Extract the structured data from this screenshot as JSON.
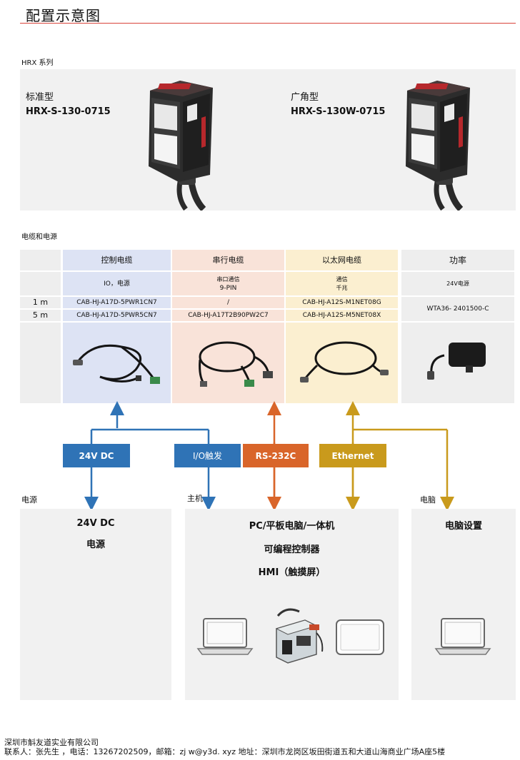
{
  "page": {
    "title": "配置示意图"
  },
  "series": {
    "label": "HRX 系列"
  },
  "products": [
    {
      "name": "标准型",
      "code": "HRX-S-130-0715"
    },
    {
      "name": "广角型",
      "code": "HRX-S-130W-0715"
    }
  ],
  "cables": {
    "title": "电缆和电源",
    "columns": [
      {
        "header": "控制电缆",
        "desc": [
          "IO，电源"
        ],
        "row_1m": "CAB-HJ-A17D-5PWR1CN7",
        "row_5m": "CAB-HJ-A17D-5PWR5CN7",
        "color": "#dde3f4"
      },
      {
        "header": "串行电缆",
        "desc": [
          "串口通信",
          "9-PIN"
        ],
        "row_1m": "/",
        "row_5m": "CAB-HJ-A17T2B90PW2C7",
        "color": "#f9e3d9"
      },
      {
        "header": "以太网电缆",
        "desc": [
          "通信",
          "千兆"
        ],
        "row_1m": "CAB-HJ-A12S-M1NET08G",
        "row_5m": "CAB-HJ-A12S-M5NET08X",
        "color": "#fbefd0"
      },
      {
        "header": "功率",
        "desc": [
          "24V电源"
        ],
        "row_merged": "WTA36- 2401500-C",
        "color": "#eeeeee"
      }
    ],
    "row_labels": [
      "1 m",
      "5 m"
    ]
  },
  "signals": [
    {
      "label": "24V DC",
      "color": "#2f73b6"
    },
    {
      "label": "I/O触发",
      "color": "#2f73b6"
    },
    {
      "label": "RS-232C",
      "color": "#d9652a"
    },
    {
      "label": "Ethernet",
      "color": "#c99a1c"
    }
  ],
  "targets": {
    "power": {
      "section": "电源",
      "lines": [
        "24V DC",
        "电源"
      ]
    },
    "host": {
      "section": "主机",
      "lines": [
        "PC/平板电脑/一体机",
        "可编程控制器",
        "HMI（触摸屏）"
      ]
    },
    "computer": {
      "section": "电脑",
      "lines": [
        "电脑设置"
      ]
    }
  },
  "footer": {
    "company": "深圳市斛友道实业有限公司",
    "contact": "联系人：张先生  ，电话：13267202509，邮箱：zj w@y3d. xyz  地址：深圳市龙岗区坂田街道五和大道山海商业广场A座5楼"
  },
  "colors": {
    "accent_red": "#d9443a",
    "blue": "#2f73b6",
    "orange": "#d9652a",
    "gold": "#c99a1c"
  }
}
